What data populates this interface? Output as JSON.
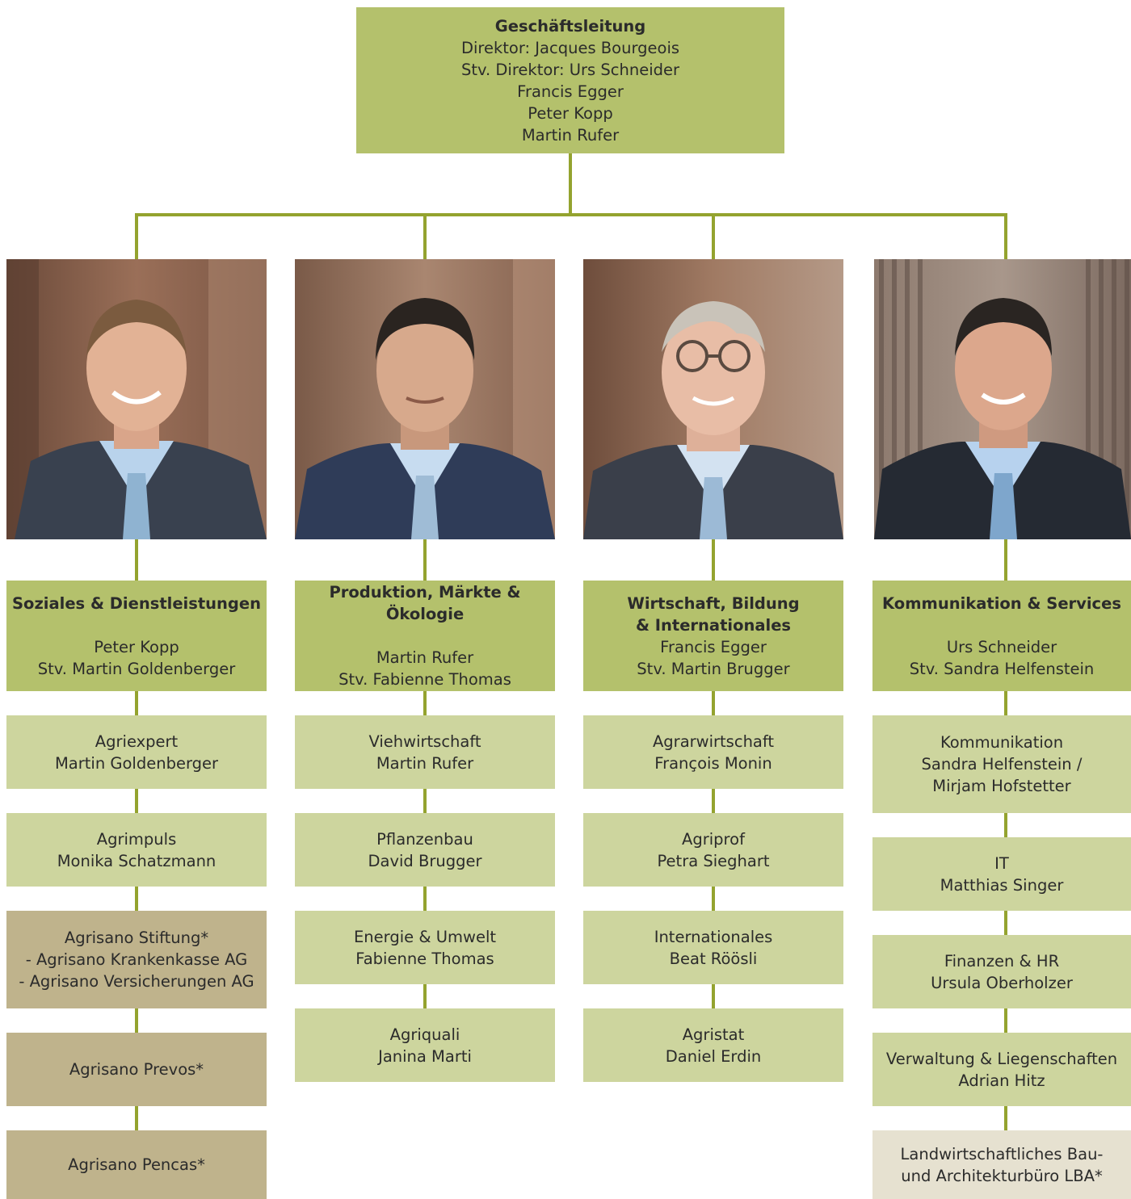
{
  "colors": {
    "line": "#94a32f",
    "main": "#b4c16c",
    "sub": "#cdd59e",
    "foundation": "#bfb38c",
    "external": "#e6e1d0"
  },
  "top": {
    "title": "Geschäftsleitung",
    "lines": [
      "Direktor: Jacques Bourgeois",
      "Stv. Direktor: Urs Schneider",
      "Francis Egger",
      "Peter Kopp",
      "Martin Rufer"
    ]
  },
  "departments": [
    {
      "title": [
        "Soziales & Dienstleistungen"
      ],
      "head": "Peter Kopp",
      "deputy": "Stv. Martin Goldenberger",
      "photo": "portrait-photo-peter-kopp",
      "units": [
        {
          "lines": [
            "Agriexpert",
            "Martin Goldenberger"
          ],
          "style": "sub"
        },
        {
          "lines": [
            "Agrimpuls",
            "Monika Schatzmann"
          ],
          "style": "sub"
        },
        {
          "lines": [
            "Agrisano Stiftung*",
            "- Agrisano Krankenkasse AG",
            "- Agrisano Versicherungen AG"
          ],
          "style": "foundation"
        },
        {
          "lines": [
            "Agrisano Prevos*"
          ],
          "style": "foundation"
        },
        {
          "lines": [
            "Agrisano Pencas*"
          ],
          "style": "foundation"
        }
      ]
    },
    {
      "title": [
        "Produktion, Märkte & Ökologie"
      ],
      "head": "Martin Rufer",
      "deputy": "Stv. Fabienne Thomas",
      "photo": "portrait-photo-martin-rufer",
      "units": [
        {
          "lines": [
            "Viehwirtschaft",
            "Martin Rufer"
          ],
          "style": "sub"
        },
        {
          "lines": [
            "Pflanzenbau",
            "David Brugger"
          ],
          "style": "sub"
        },
        {
          "lines": [
            "Energie & Umwelt",
            "Fabienne Thomas"
          ],
          "style": "sub"
        },
        {
          "lines": [
            "Agriquali",
            "Janina Marti"
          ],
          "style": "sub"
        }
      ]
    },
    {
      "title": [
        "Wirtschaft, Bildung",
        "& Internationales"
      ],
      "head": "Francis Egger",
      "deputy": "Stv. Martin Brugger",
      "photo": "portrait-photo-francis-egger",
      "units": [
        {
          "lines": [
            "Agrarwirtschaft",
            "François Monin"
          ],
          "style": "sub"
        },
        {
          "lines": [
            "Agriprof",
            "Petra Sieghart"
          ],
          "style": "sub"
        },
        {
          "lines": [
            "Internationales",
            "Beat Röösli"
          ],
          "style": "sub"
        },
        {
          "lines": [
            "Agristat",
            "Daniel Erdin"
          ],
          "style": "sub"
        }
      ]
    },
    {
      "title": [
        "Kommunikation & Services"
      ],
      "head": "Urs Schneider",
      "deputy": "Stv. Sandra Helfenstein",
      "photo": "portrait-photo-urs-schneider",
      "units": [
        {
          "lines": [
            "Kommunikation",
            "Sandra Helfenstein /",
            "Mirjam Hofstetter"
          ],
          "style": "sub"
        },
        {
          "lines": [
            "IT",
            "Matthias Singer"
          ],
          "style": "sub"
        },
        {
          "lines": [
            "Finanzen & HR",
            "Ursula Oberholzer"
          ],
          "style": "sub"
        },
        {
          "lines": [
            "Verwaltung & Liegenschaften",
            "Adrian Hitz"
          ],
          "style": "sub"
        },
        {
          "lines": [
            "Landwirtschaftliches Bau-",
            "und Architekturbüro LBA*"
          ],
          "style": "external"
        }
      ]
    }
  ]
}
